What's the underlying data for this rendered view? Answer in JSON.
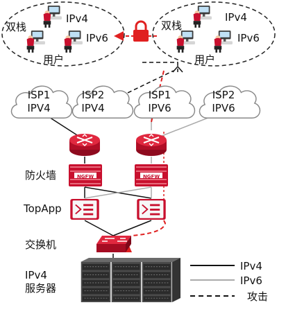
{
  "user_groups": [
    {
      "stack_label": "双栈",
      "ipv4_label": "IPv4",
      "ipv6_label": "IPv6",
      "users_label": "用户"
    },
    {
      "stack_label": "双栈",
      "ipv4_label": "IPv4",
      "ipv6_label": "IPv6",
      "users_label": "用户"
    }
  ],
  "clouds": [
    {
      "line1": "ISP1",
      "line2": "IPV4"
    },
    {
      "line1": "ISP2",
      "line2": "IPV4"
    },
    {
      "line1": "ISP1",
      "line2": "IPV6"
    },
    {
      "line1": "ISP2",
      "line2": "IPV6"
    }
  ],
  "devices": {
    "firewall_label": "防火墙",
    "firewall_badge": "NGFW",
    "topapp_label": "TopApp",
    "switch_label": "交换机",
    "server_label_line1": "IPv4",
    "server_label_line2": "服务器"
  },
  "legend": [
    {
      "label": "IPv4",
      "color": "#111111",
      "style": "solid"
    },
    {
      "label": "IPv6",
      "color": "#aaaaaa",
      "style": "solid"
    },
    {
      "label": "攻击",
      "color": "#111111",
      "style": "dashed"
    }
  ],
  "colors": {
    "attack": "#e02020",
    "device_red": "#c8102e",
    "lock": "#e02020"
  }
}
